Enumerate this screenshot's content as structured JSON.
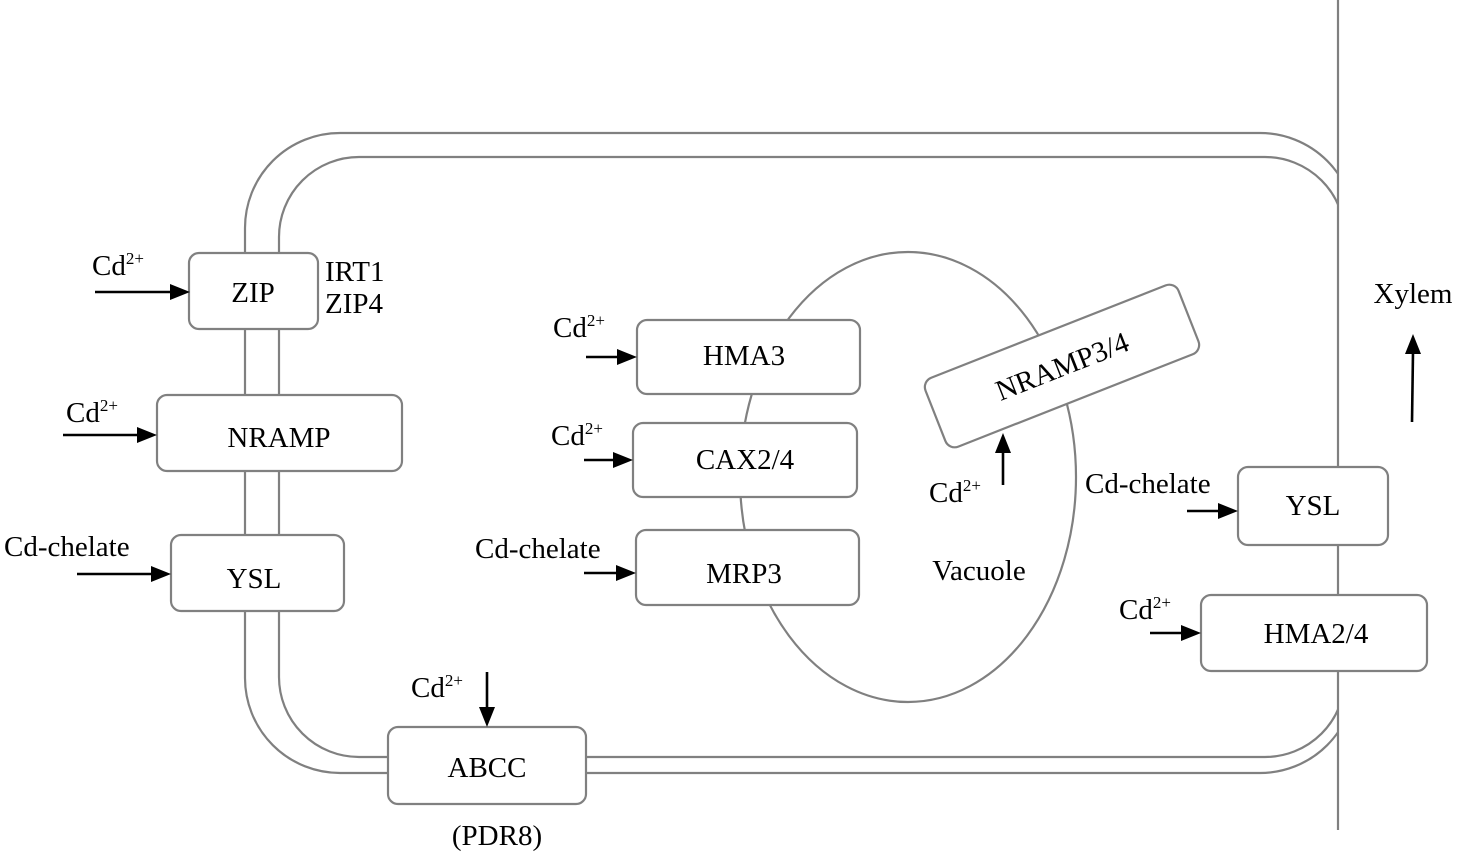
{
  "labels": {
    "cd2": "Cd",
    "sup": "2+",
    "cd_chelate": "Cd-chelate",
    "xylem": "Xylem",
    "vacuole": "Vacuole",
    "irt1": "IRT1",
    "zip4": "ZIP4",
    "pdr8": "(PDR8)"
  },
  "transporters": {
    "zip": "ZIP",
    "nramp": "NRAMP",
    "ysl_left": "YSL",
    "hma3": "HMA3",
    "cax": "CAX2/4",
    "mrp3": "MRP3",
    "nramp34": "NRAMP3/4",
    "ysl_right": "YSL",
    "hma24": "HMA2/4",
    "abcc": "ABCC"
  },
  "colors": {
    "outline": "#808080",
    "arrow": "#000000",
    "text": "#000000",
    "background": "#ffffff"
  }
}
